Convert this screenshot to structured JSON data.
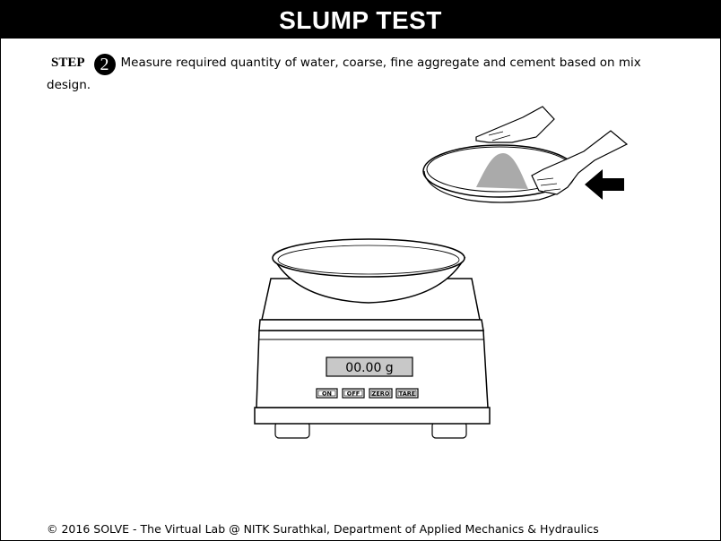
{
  "title": "SLUMP TEST",
  "step": {
    "label": "STEP",
    "number": "2",
    "instruction": "Measure required quantity of water, coarse, fine aggregate and cement based on mix design."
  },
  "scale": {
    "display_value": "00.00 g",
    "buttons": [
      "ON",
      "OFF",
      "ZERO",
      "TARE"
    ]
  },
  "icons": {
    "pointer": "left-arrow-icon"
  },
  "footer": "© 2016 SOLVE - The Virtual Lab @ NITK Surathkal, Department of Applied Mechanics & Hydraulics"
}
